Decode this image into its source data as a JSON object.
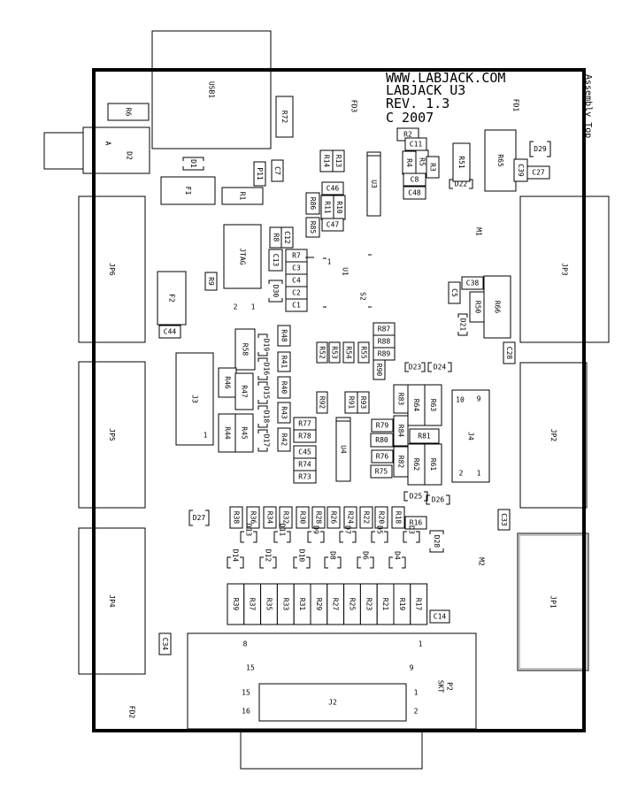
{
  "header": {
    "lines": [
      "WWW.LABJACK.COM",
      "LABJACK  U3",
      "REV. 1.3",
      "C  2007"
    ],
    "side_title": "Assembly  Top"
  },
  "colors": {
    "outline": "#000000",
    "background": "#ffffff"
  },
  "components": {
    "USB1": "USB1",
    "R6": "R6",
    "D2": "D2",
    "D2A": "A",
    "R72": "R72",
    "FD3": "FD3",
    "D1": "D1",
    "P11": "P11",
    "C7": "C7",
    "F1": "F1",
    "R1": "R1",
    "R14": "R14",
    "R13": "R13",
    "C46": "C46",
    "R86": "R86",
    "R11": "R11",
    "R10": "R10",
    "C47": "C47",
    "R85": "R85",
    "U3": "U3",
    "FD1": "FD1",
    "R2": "R2",
    "C11": "C11",
    "R4": "R4",
    "R5": "R5",
    "R3": "R3",
    "C8": "C8",
    "C48": "C48",
    "R51": "R51",
    "D22": "D22",
    "R65": "R65",
    "C39": "C39",
    "C27": "C27",
    "D29": "D29",
    "M1": "M1",
    "JP3": "JP3",
    "JP6": "JP6",
    "JP5": "JP5",
    "JP4": "JP4",
    "JP2": "JP2",
    "JP1": "JP1",
    "JTAG": "JTAG",
    "R8": "R8",
    "C12": "C12",
    "R7": "R7",
    "C13": "C13",
    "C3": "C3",
    "C4": "C4",
    "C2": "C2",
    "C1": "C1",
    "D30": "D30",
    "U1": "U1",
    "S2": "S2",
    "R9": "R9",
    "F2": "F2",
    "C44": "C44",
    "R58": "R58",
    "D19": "D19",
    "D16": "D16",
    "D15": "D15",
    "D18": "D18",
    "D17": "D17",
    "R48": "R48",
    "R41": "R41",
    "R40": "R40",
    "R43": "R43",
    "R42": "R42",
    "R52": "R52",
    "R53": "R53",
    "R54": "R54",
    "R55": "R55",
    "R87": "R87",
    "R88": "R88",
    "R89": "R89",
    "R90": "R90",
    "C5": "C5",
    "C38": "C38",
    "R50": "R50",
    "R66": "R66",
    "D21": "D21",
    "C28": "C28",
    "J3": "J3",
    "R46": "R46",
    "R47": "R47",
    "R44": "R44",
    "R45": "R45",
    "R92": "R92",
    "R91": "R91",
    "R93": "R93",
    "R77": "R77",
    "R78": "R78",
    "C45": "C45",
    "R74": "R74",
    "R73": "R73",
    "U4": "U4",
    "D23": "D23",
    "D24": "D24",
    "R83": "R83",
    "R64": "R64",
    "R63": "R63",
    "R79": "R79",
    "R80": "R80",
    "R76": "R76",
    "R75": "R75",
    "R84": "R84",
    "R82": "R82",
    "R81": "R81",
    "R62": "R62",
    "R61": "R61",
    "J4": "J4",
    "D25": "D25",
    "D26": "D26",
    "D27": "D27",
    "R38": "R38",
    "R36": "R36",
    "R34": "R34",
    "R32": "R32",
    "R30": "R30",
    "R28": "R28",
    "R26": "R26",
    "R24": "R24",
    "R22": "R22",
    "R20": "R20",
    "R18": "R18",
    "R16": "R16",
    "C33": "C33",
    "D28": "D28",
    "D13": "D13",
    "D11": "D11",
    "D9": "D9",
    "D7": "D7",
    "D5": "D5",
    "D3": "D3",
    "D14": "D14",
    "D12": "D12",
    "D10": "D10",
    "D8": "D8",
    "D6": "D6",
    "D4": "D4",
    "R39": "R39",
    "R37": "R37",
    "R35": "R35",
    "R33": "R33",
    "R31": "R31",
    "R29": "R29",
    "R27": "R27",
    "R25": "R25",
    "R23": "R23",
    "R21": "R21",
    "R19": "R19",
    "R17": "R17",
    "C14": "C14",
    "M2": "M2",
    "C34": "C34",
    "P2": "P2",
    "SKT": "SKT",
    "J2": "J2",
    "FD2": "FD2"
  },
  "pins": {
    "JTAG": [
      "1",
      "2"
    ],
    "J3": [
      "1"
    ],
    "J4": [
      "10",
      "9",
      "2",
      "1"
    ],
    "U1": [
      "1"
    ],
    "P2": [
      "8",
      "1",
      "15",
      "9"
    ],
    "J2": [
      "15",
      "1",
      "16",
      "2"
    ]
  }
}
